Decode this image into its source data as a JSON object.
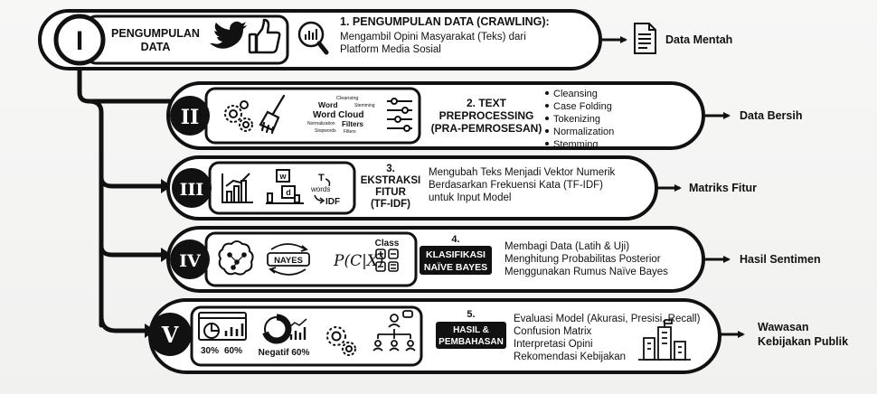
{
  "stages": [
    {
      "roman": "I",
      "name_lines": [
        "PENGUMPULAN",
        "DATA"
      ],
      "title": "1. PENGUMPULAN DATA (CRAWLING):",
      "desc": [
        "Mengambil Opini Masyarakat (Teks) dari",
        "Platform Media Sosial"
      ],
      "output": "Data Mentah"
    },
    {
      "roman": "II",
      "title_lines": [
        "2. TEXT",
        "PREPROCESSING",
        "(PRA-PEMROSESAN)"
      ],
      "bullets": [
        "Cleansing",
        "Case Folding",
        "Tokenizing",
        "Normalization",
        "Stemming"
      ],
      "wordcloud": [
        "Cleansing",
        "Word",
        "Stemming",
        "Word Cloud",
        "Filters",
        "Normalization",
        "Stopwords",
        "Filters"
      ],
      "output": "Data Bersih"
    },
    {
      "roman": "III",
      "title_lines": [
        "3.",
        "EKSTRAKSI",
        "FITUR",
        "(TF-IDF)"
      ],
      "icon_text": {
        "w": "w",
        "d": "d",
        "t": "T",
        "words": "words",
        "idf": "IDF"
      },
      "desc": [
        "Mengubah Teks Menjadi Vektor Numerik",
        "Berdasarkan Frekuensi Kata (TF-IDF)",
        "untuk Input Model"
      ],
      "output": "Matriks Fitur"
    },
    {
      "roman": "IV",
      "title_num": "4.",
      "title_lines": [
        "KLASIFIKASI",
        "NAÏVE BAYES"
      ],
      "nayes": "NAYES",
      "formula": "P(C|X)",
      "class_label": "Class",
      "desc": [
        "Membagi Data (Latih & Uji)",
        "Menghitung Probabilitas Posterior",
        "Menggunakan Rumus Naïve Bayes"
      ],
      "output": "Hasil Sentimen"
    },
    {
      "roman": "V",
      "title_num": "5.",
      "title_lines": [
        "HASIL &",
        "PEMBAHASAN"
      ],
      "stats": [
        "30%",
        "60%"
      ],
      "negatif": "Negatif 60%",
      "desc": [
        "Evaluasi Model (Akurasi, Presisi, Recall)",
        "Confusion Matrix",
        "Interpretasi Opini",
        "Rekomendasi Kebijakan"
      ],
      "output_lines": [
        "Wawasan",
        "Kebijakan Publik"
      ]
    }
  ]
}
